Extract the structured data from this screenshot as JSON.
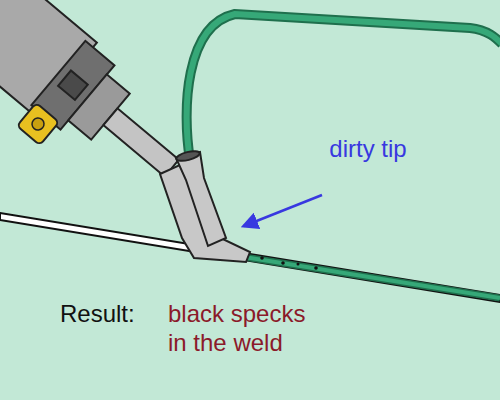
{
  "diagram": {
    "labels": [
      "dirty tip",
      "Result:",
      "black specks in the weld"
    ]
  }
}
